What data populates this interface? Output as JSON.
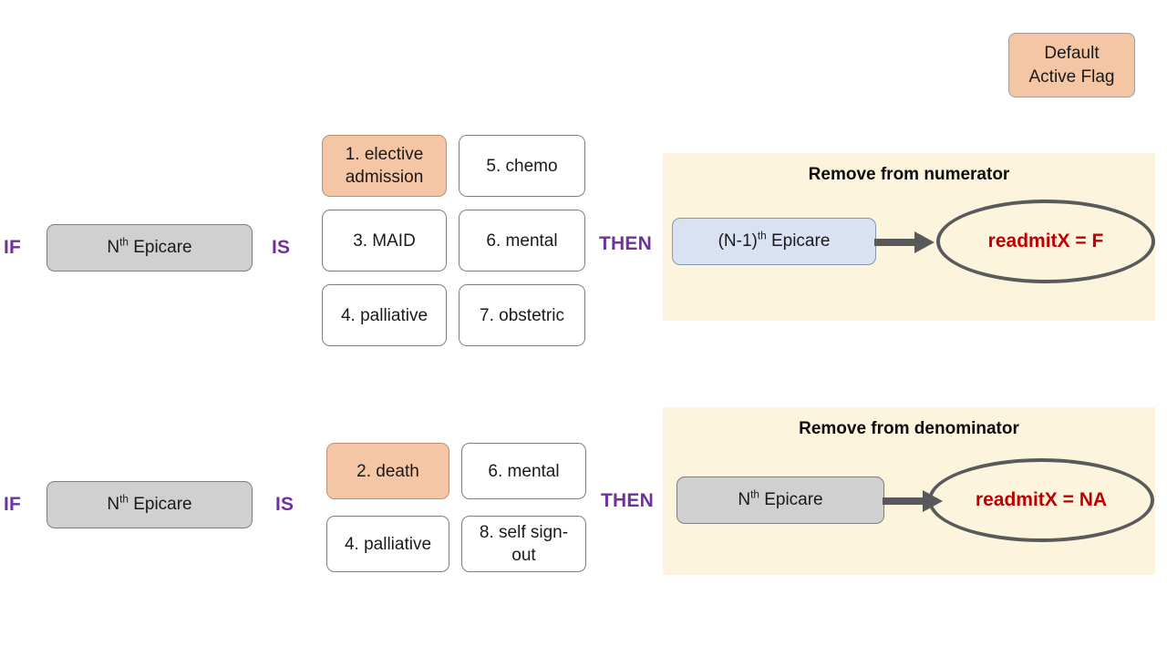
{
  "legend": {
    "line1": "Default",
    "line2": "Active Flag",
    "fill": "#F5C6A5"
  },
  "keywords": {
    "if": "IF",
    "is": "IS",
    "then": "THEN",
    "color": "#7030A0"
  },
  "rules": [
    {
      "subject": {
        "prefix": "N",
        "sup": "th",
        "suffix": " Epicare",
        "fill": "#D0D0D0"
      },
      "options": [
        {
          "label": "1. elective admission",
          "active": true
        },
        {
          "label": "3. MAID",
          "active": false
        },
        {
          "label": "4. palliative",
          "active": false
        },
        {
          "label": "5. chemo",
          "active": false
        },
        {
          "label": "6. mental",
          "active": false
        },
        {
          "label": "7. obstetric",
          "active": false
        }
      ],
      "outcome": {
        "title": "Remove from numerator",
        "node": {
          "prefix": "(N-1)",
          "sup": "th",
          "suffix": " Epicare",
          "fill": "#D9E2F3"
        },
        "result": "readmitX = F",
        "result_color": "#C00000",
        "panel_fill": "#FDF4DD"
      }
    },
    {
      "subject": {
        "prefix": "N",
        "sup": "th",
        "suffix": " Epicare",
        "fill": "#D0D0D0"
      },
      "options": [
        {
          "label": "2. death",
          "active": true
        },
        {
          "label": "4. palliative",
          "active": false
        },
        {
          "label": "6. mental",
          "active": false
        },
        {
          "label": "8. self sign-out",
          "active": false
        }
      ],
      "outcome": {
        "title": "Remove from denominator",
        "node": {
          "prefix": "N",
          "sup": "th",
          "suffix": " Epicare",
          "fill": "#D0D0D0"
        },
        "result": "readmitX = NA",
        "result_color": "#C00000",
        "panel_fill": "#FDF4DD"
      }
    }
  ]
}
